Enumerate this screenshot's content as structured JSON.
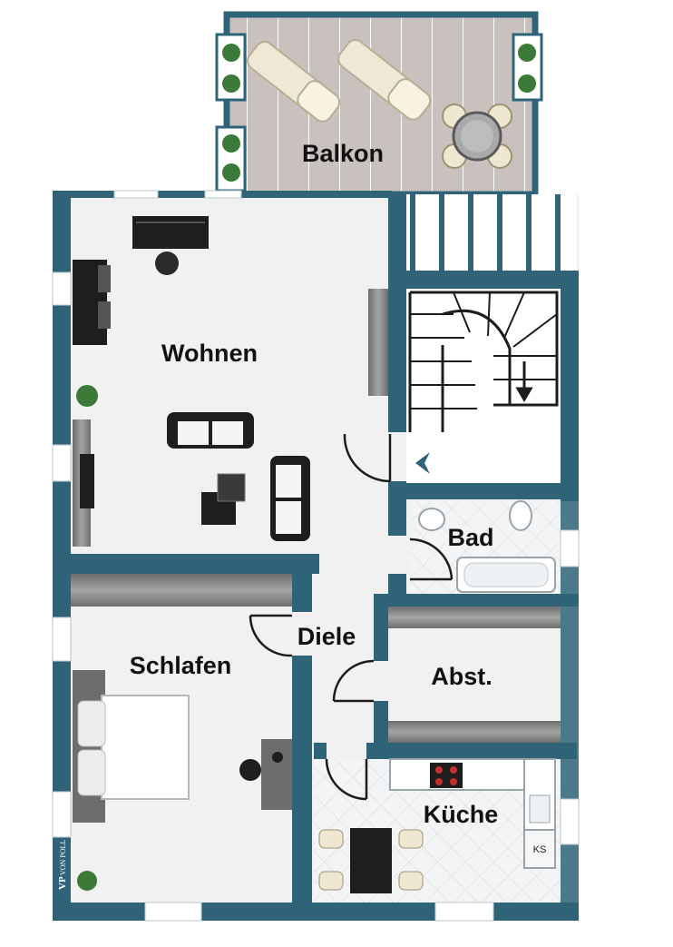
{
  "rooms": {
    "balkon": "Balkon",
    "wohnen": "Wohnen",
    "bad": "Bad",
    "diele": "Diele",
    "schlafen": "Schlafen",
    "abst": "Abst.",
    "kueche": "Küche"
  },
  "appliance_label": "KS",
  "watermark": {
    "initials": "VP",
    "name": "VON POLL"
  },
  "colors": {
    "wall": "#2f6478",
    "floor": "#f1f1f2",
    "tile": "#eef0f1",
    "balcony_deck": "#c8c0bc",
    "furniture_dark": "#1f1f1f",
    "cabinet_gray": "#7c7c7c"
  }
}
